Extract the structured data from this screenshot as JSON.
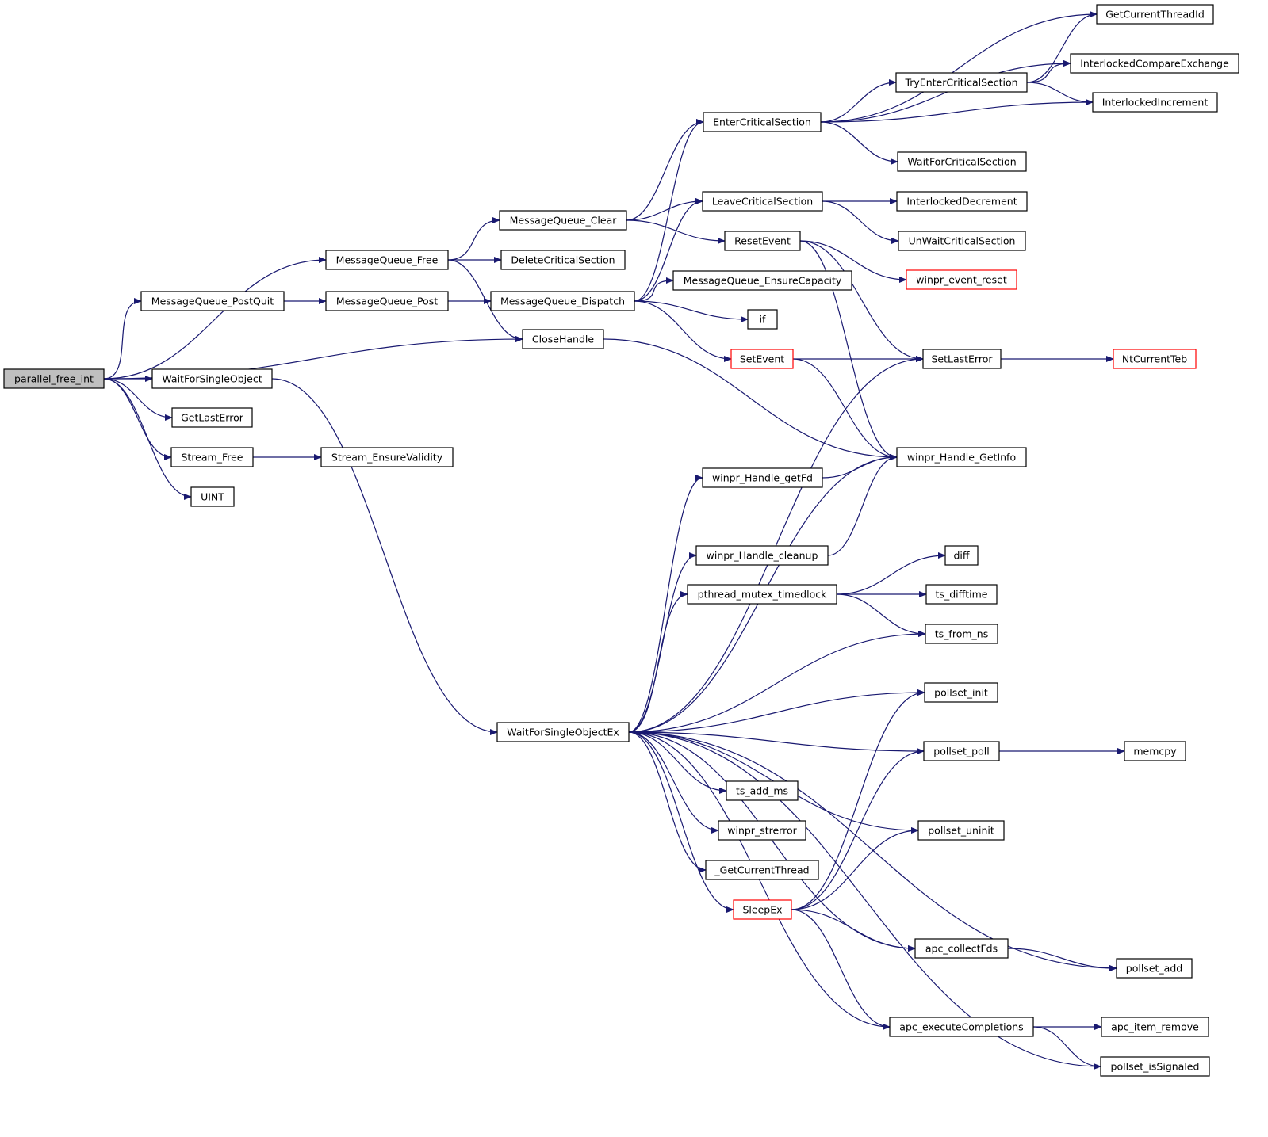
{
  "colors": {
    "edge": "#191970",
    "node_border": "#000000",
    "node_border_truncated": "#ff0000",
    "root_fill": "#bfbfbf",
    "node_fill": "#ffffff"
  },
  "graph": {
    "nodes": [
      {
        "id": "parallel_free_int",
        "label": "parallel_free_int",
        "style": "root"
      },
      {
        "id": "MessageQueue_Free",
        "label": "MessageQueue_Free",
        "style": "normal"
      },
      {
        "id": "MessageQueue_PostQuit",
        "label": "MessageQueue_PostQuit",
        "style": "normal"
      },
      {
        "id": "WaitForSingleObject",
        "label": "WaitForSingleObject",
        "style": "normal"
      },
      {
        "id": "GetLastError",
        "label": "GetLastError",
        "style": "normal"
      },
      {
        "id": "Stream_Free",
        "label": "Stream_Free",
        "style": "normal"
      },
      {
        "id": "UINT",
        "label": "UINT",
        "style": "normal"
      },
      {
        "id": "MessageQueue_Post",
        "label": "MessageQueue_Post",
        "style": "normal"
      },
      {
        "id": "Stream_EnsureValidity",
        "label": "Stream_EnsureValidity",
        "style": "normal"
      },
      {
        "id": "MessageQueue_Clear",
        "label": "MessageQueue_Clear",
        "style": "normal"
      },
      {
        "id": "DeleteCriticalSection",
        "label": "DeleteCriticalSection",
        "style": "normal"
      },
      {
        "id": "MessageQueue_Dispatch",
        "label": "MessageQueue_Dispatch",
        "style": "normal"
      },
      {
        "id": "CloseHandle",
        "label": "CloseHandle",
        "style": "normal"
      },
      {
        "id": "WaitForSingleObjectEx",
        "label": "WaitForSingleObjectEx",
        "style": "normal"
      },
      {
        "id": "EnterCriticalSection",
        "label": "EnterCriticalSection",
        "style": "normal"
      },
      {
        "id": "LeaveCriticalSection",
        "label": "LeaveCriticalSection",
        "style": "normal"
      },
      {
        "id": "ResetEvent",
        "label": "ResetEvent",
        "style": "normal"
      },
      {
        "id": "MessageQueue_EnsureCapacity",
        "label": "MessageQueue_EnsureCapacity",
        "style": "normal"
      },
      {
        "id": "if",
        "label": "if",
        "style": "normal"
      },
      {
        "id": "SetEvent",
        "label": "SetEvent",
        "style": "truncated"
      },
      {
        "id": "winpr_Handle_getFd",
        "label": "winpr_Handle_getFd",
        "style": "normal"
      },
      {
        "id": "winpr_Handle_cleanup",
        "label": "winpr_Handle_cleanup",
        "style": "normal"
      },
      {
        "id": "pthread_mutex_timedlock",
        "label": "pthread_mutex_timedlock",
        "style": "normal"
      },
      {
        "id": "ts_add_ms",
        "label": "ts_add_ms",
        "style": "normal"
      },
      {
        "id": "winpr_strerror",
        "label": "winpr_strerror",
        "style": "normal"
      },
      {
        "id": "_GetCurrentThread",
        "label": "_GetCurrentThread",
        "style": "normal"
      },
      {
        "id": "SleepEx",
        "label": "SleepEx",
        "style": "truncated"
      },
      {
        "id": "GetCurrentThreadId",
        "label": "GetCurrentThreadId",
        "style": "normal"
      },
      {
        "id": "InterlockedCompareExchange",
        "label": "InterlockedCompareExchange",
        "style": "normal"
      },
      {
        "id": "TryEnterCriticalSection",
        "label": "TryEnterCriticalSection",
        "style": "normal"
      },
      {
        "id": "InterlockedIncrement",
        "label": "InterlockedIncrement",
        "style": "normal"
      },
      {
        "id": "WaitForCriticalSection",
        "label": "WaitForCriticalSection",
        "style": "normal"
      },
      {
        "id": "InterlockedDecrement",
        "label": "InterlockedDecrement",
        "style": "normal"
      },
      {
        "id": "UnWaitCriticalSection",
        "label": "UnWaitCriticalSection",
        "style": "normal"
      },
      {
        "id": "winpr_event_reset",
        "label": "winpr_event_reset",
        "style": "truncated"
      },
      {
        "id": "SetLastError",
        "label": "SetLastError",
        "style": "normal"
      },
      {
        "id": "NtCurrentTeb",
        "label": "NtCurrentTeb",
        "style": "truncated"
      },
      {
        "id": "winpr_Handle_GetInfo",
        "label": "winpr_Handle_GetInfo",
        "style": "normal"
      },
      {
        "id": "diff",
        "label": "diff",
        "style": "normal"
      },
      {
        "id": "ts_difftime",
        "label": "ts_difftime",
        "style": "normal"
      },
      {
        "id": "ts_from_ns",
        "label": "ts_from_ns",
        "style": "normal"
      },
      {
        "id": "pollset_init",
        "label": "pollset_init",
        "style": "normal"
      },
      {
        "id": "pollset_poll",
        "label": "pollset_poll",
        "style": "normal"
      },
      {
        "id": "memcpy",
        "label": "memcpy",
        "style": "normal"
      },
      {
        "id": "pollset_uninit",
        "label": "pollset_uninit",
        "style": "normal"
      },
      {
        "id": "apc_collectFds",
        "label": "apc_collectFds",
        "style": "normal"
      },
      {
        "id": "pollset_add",
        "label": "pollset_add",
        "style": "normal"
      },
      {
        "id": "apc_executeCompletions",
        "label": "apc_executeCompletions",
        "style": "normal"
      },
      {
        "id": "apc_item_remove",
        "label": "apc_item_remove",
        "style": "normal"
      },
      {
        "id": "pollset_isSignaled",
        "label": "pollset_isSignaled",
        "style": "normal"
      }
    ],
    "edges": [
      [
        "parallel_free_int",
        "MessageQueue_Free"
      ],
      [
        "parallel_free_int",
        "MessageQueue_PostQuit"
      ],
      [
        "parallel_free_int",
        "CloseHandle"
      ],
      [
        "parallel_free_int",
        "WaitForSingleObject"
      ],
      [
        "parallel_free_int",
        "GetLastError"
      ],
      [
        "parallel_free_int",
        "Stream_Free"
      ],
      [
        "parallel_free_int",
        "UINT"
      ],
      [
        "MessageQueue_Free",
        "MessageQueue_Clear"
      ],
      [
        "MessageQueue_Free",
        "DeleteCriticalSection"
      ],
      [
        "MessageQueue_Free",
        "CloseHandle"
      ],
      [
        "MessageQueue_PostQuit",
        "MessageQueue_Post"
      ],
      [
        "MessageQueue_Post",
        "MessageQueue_Dispatch"
      ],
      [
        "Stream_Free",
        "Stream_EnsureValidity"
      ],
      [
        "WaitForSingleObject",
        "WaitForSingleObjectEx"
      ],
      [
        "MessageQueue_Clear",
        "EnterCriticalSection"
      ],
      [
        "MessageQueue_Clear",
        "LeaveCriticalSection"
      ],
      [
        "MessageQueue_Clear",
        "ResetEvent"
      ],
      [
        "MessageQueue_Dispatch",
        "EnterCriticalSection"
      ],
      [
        "MessageQueue_Dispatch",
        "LeaveCriticalSection"
      ],
      [
        "MessageQueue_Dispatch",
        "MessageQueue_EnsureCapacity"
      ],
      [
        "MessageQueue_Dispatch",
        "if"
      ],
      [
        "MessageQueue_Dispatch",
        "SetEvent"
      ],
      [
        "CloseHandle",
        "winpr_Handle_GetInfo"
      ],
      [
        "EnterCriticalSection",
        "GetCurrentThreadId"
      ],
      [
        "EnterCriticalSection",
        "InterlockedCompareExchange"
      ],
      [
        "EnterCriticalSection",
        "TryEnterCriticalSection"
      ],
      [
        "EnterCriticalSection",
        "InterlockedIncrement"
      ],
      [
        "EnterCriticalSection",
        "WaitForCriticalSection"
      ],
      [
        "TryEnterCriticalSection",
        "GetCurrentThreadId"
      ],
      [
        "TryEnterCriticalSection",
        "InterlockedCompareExchange"
      ],
      [
        "TryEnterCriticalSection",
        "InterlockedIncrement"
      ],
      [
        "LeaveCriticalSection",
        "InterlockedDecrement"
      ],
      [
        "LeaveCriticalSection",
        "UnWaitCriticalSection"
      ],
      [
        "ResetEvent",
        "winpr_event_reset"
      ],
      [
        "ResetEvent",
        "SetLastError"
      ],
      [
        "ResetEvent",
        "winpr_Handle_GetInfo"
      ],
      [
        "SetEvent",
        "SetLastError"
      ],
      [
        "SetEvent",
        "winpr_Handle_GetInfo"
      ],
      [
        "SetLastError",
        "NtCurrentTeb"
      ],
      [
        "WaitForSingleObjectEx",
        "SetLastError"
      ],
      [
        "WaitForSingleObjectEx",
        "winpr_Handle_GetInfo"
      ],
      [
        "WaitForSingleObjectEx",
        "winpr_Handle_getFd"
      ],
      [
        "WaitForSingleObjectEx",
        "winpr_Handle_cleanup"
      ],
      [
        "WaitForSingleObjectEx",
        "pthread_mutex_timedlock"
      ],
      [
        "WaitForSingleObjectEx",
        "ts_from_ns"
      ],
      [
        "WaitForSingleObjectEx",
        "pollset_init"
      ],
      [
        "WaitForSingleObjectEx",
        "pollset_poll"
      ],
      [
        "WaitForSingleObjectEx",
        "pollset_uninit"
      ],
      [
        "WaitForSingleObjectEx",
        "ts_add_ms"
      ],
      [
        "WaitForSingleObjectEx",
        "winpr_strerror"
      ],
      [
        "WaitForSingleObjectEx",
        "_GetCurrentThread"
      ],
      [
        "WaitForSingleObjectEx",
        "SleepEx"
      ],
      [
        "WaitForSingleObjectEx",
        "apc_collectFds"
      ],
      [
        "WaitForSingleObjectEx",
        "pollset_add"
      ],
      [
        "WaitForSingleObjectEx",
        "apc_executeCompletions"
      ],
      [
        "WaitForSingleObjectEx",
        "pollset_isSignaled"
      ],
      [
        "winpr_Handle_getFd",
        "winpr_Handle_GetInfo"
      ],
      [
        "winpr_Handle_cleanup",
        "winpr_Handle_GetInfo"
      ],
      [
        "pthread_mutex_timedlock",
        "diff"
      ],
      [
        "pthread_mutex_timedlock",
        "ts_difftime"
      ],
      [
        "pthread_mutex_timedlock",
        "ts_from_ns"
      ],
      [
        "pollset_poll",
        "memcpy"
      ],
      [
        "SleepEx",
        "pollset_init"
      ],
      [
        "SleepEx",
        "pollset_poll"
      ],
      [
        "SleepEx",
        "pollset_uninit"
      ],
      [
        "SleepEx",
        "apc_collectFds"
      ],
      [
        "SleepEx",
        "apc_executeCompletions"
      ],
      [
        "apc_collectFds",
        "pollset_add"
      ],
      [
        "apc_executeCompletions",
        "apc_item_remove"
      ],
      [
        "apc_executeCompletions",
        "pollset_isSignaled"
      ]
    ]
  }
}
